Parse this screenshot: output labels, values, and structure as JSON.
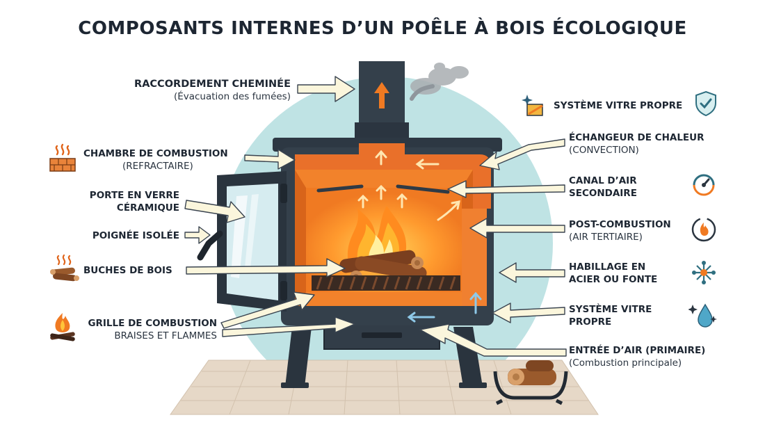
{
  "title": "COMPOSANTS INTERNES D’UN POÊLE À BOIS ÉCOLOGIQUE",
  "left_labels": [
    {
      "id": "raccordement",
      "line1": "RACCORDEMENT CHEMINÉE",
      "line2": "(Évacuation des fumées)"
    },
    {
      "id": "chambre",
      "line1": "CHAMBRE DE COMBUSTION",
      "line2": "(REFRACTAIRE)"
    },
    {
      "id": "porte",
      "line1": "PORTE EN VERRE",
      "line2": "CÉRAMIQUE"
    },
    {
      "id": "poignee",
      "line1": "POIGNÉE ISOLÉE",
      "line2": ""
    },
    {
      "id": "buches",
      "line1": "BUCHES DE BOIS",
      "line2": ""
    },
    {
      "id": "grille",
      "line1": "GRILLE DE COMBUSTION",
      "line2": "BRAISES ET FLAMMES"
    }
  ],
  "right_labels": [
    {
      "id": "vitre1",
      "line1": "SYSTÈME VITRE PROPRE",
      "line2": ""
    },
    {
      "id": "echangeur",
      "line1": "ÉCHANGEUR DE CHALEUR",
      "line2": "(CONVECTION)"
    },
    {
      "id": "canal",
      "line1": "CANAL D’AIR",
      "line2": "SECONDAIRE"
    },
    {
      "id": "post",
      "line1": "POST-COMBUSTION",
      "line2": "(AIR TERTIAIRE)"
    },
    {
      "id": "habillage",
      "line1": "HABILLAGE EN",
      "line2": "ACIER OU FONTE"
    },
    {
      "id": "vitre2",
      "line1": "SYSTÈME VITRE",
      "line2": "PROPRE"
    },
    {
      "id": "entree",
      "line1": "ENTRÉE D’AIR (PRIMAIRE)",
      "line2": "(Combustion principale)"
    }
  ],
  "icons": {
    "chambre": "bricks-flame-icon",
    "buches": "logs-heat-icon",
    "grille": "campfire-icon",
    "vitre1": "shield-check-icon",
    "canal": "gauge-icon",
    "post": "flame-cycle-icon",
    "habillage": "network-icon",
    "vitre2": "droplet-sparkle-icon"
  },
  "colors": {
    "stove_body": "#2f3a45",
    "firebox": "#f07a22",
    "firebox_dark": "#d85f13",
    "background_circle": "#bfe3e4",
    "arrow_fill": "#fbf6dc",
    "floor": "#e3d6c6"
  }
}
